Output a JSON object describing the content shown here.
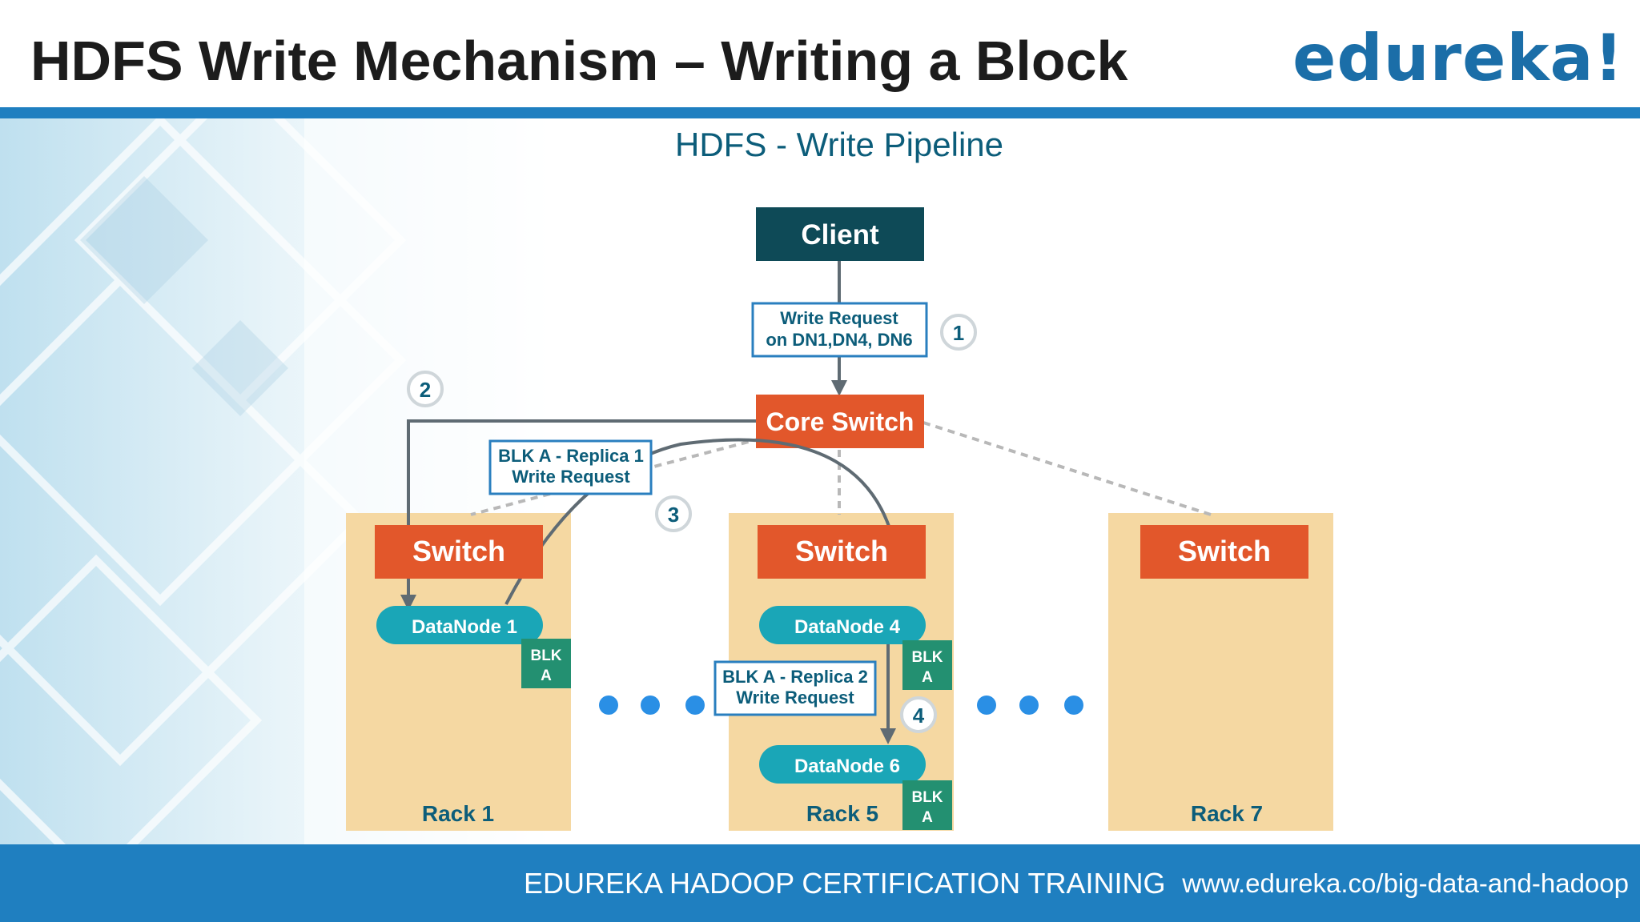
{
  "slide": {
    "title": "HDFS Write Mechanism – Writing a Block",
    "logo": "edureka!",
    "footer_left": "EDUREKA HADOOP CERTIFICATION TRAINING",
    "footer_right": "www.edureka.co/big-data-and-hadoop"
  },
  "diagram": {
    "title": "HDFS - Write Pipeline",
    "client": "Client",
    "write_request_line1": "Write Request",
    "write_request_line2": "on DN1,DN4, DN6",
    "core_switch": "Core Switch",
    "replica1_line1": "BLK A - Replica 1",
    "replica1_line2": "Write Request",
    "replica2_line1": "BLK A - Replica 2",
    "replica2_line2": "Write Request",
    "racks": [
      {
        "label": "Rack 1",
        "switch": "Switch"
      },
      {
        "label": "Rack 5",
        "switch": "Switch"
      },
      {
        "label": "Rack 7",
        "switch": "Switch"
      }
    ],
    "datanodes": [
      "DataNode 1",
      "DataNode 4",
      "DataNode 6"
    ],
    "blk_line1": "BLK",
    "blk_line2": "A",
    "steps": [
      "1",
      "2",
      "3",
      "4"
    ],
    "colors": {
      "client": "#0e4a57",
      "switch": "#e2572b",
      "datanode": "#1aa6b7",
      "blk": "#239071",
      "rack": "#f5d8a2",
      "label_text": "#0c5d7a",
      "dots": "#2a8fe5",
      "accent": "#1f7fc0"
    }
  }
}
